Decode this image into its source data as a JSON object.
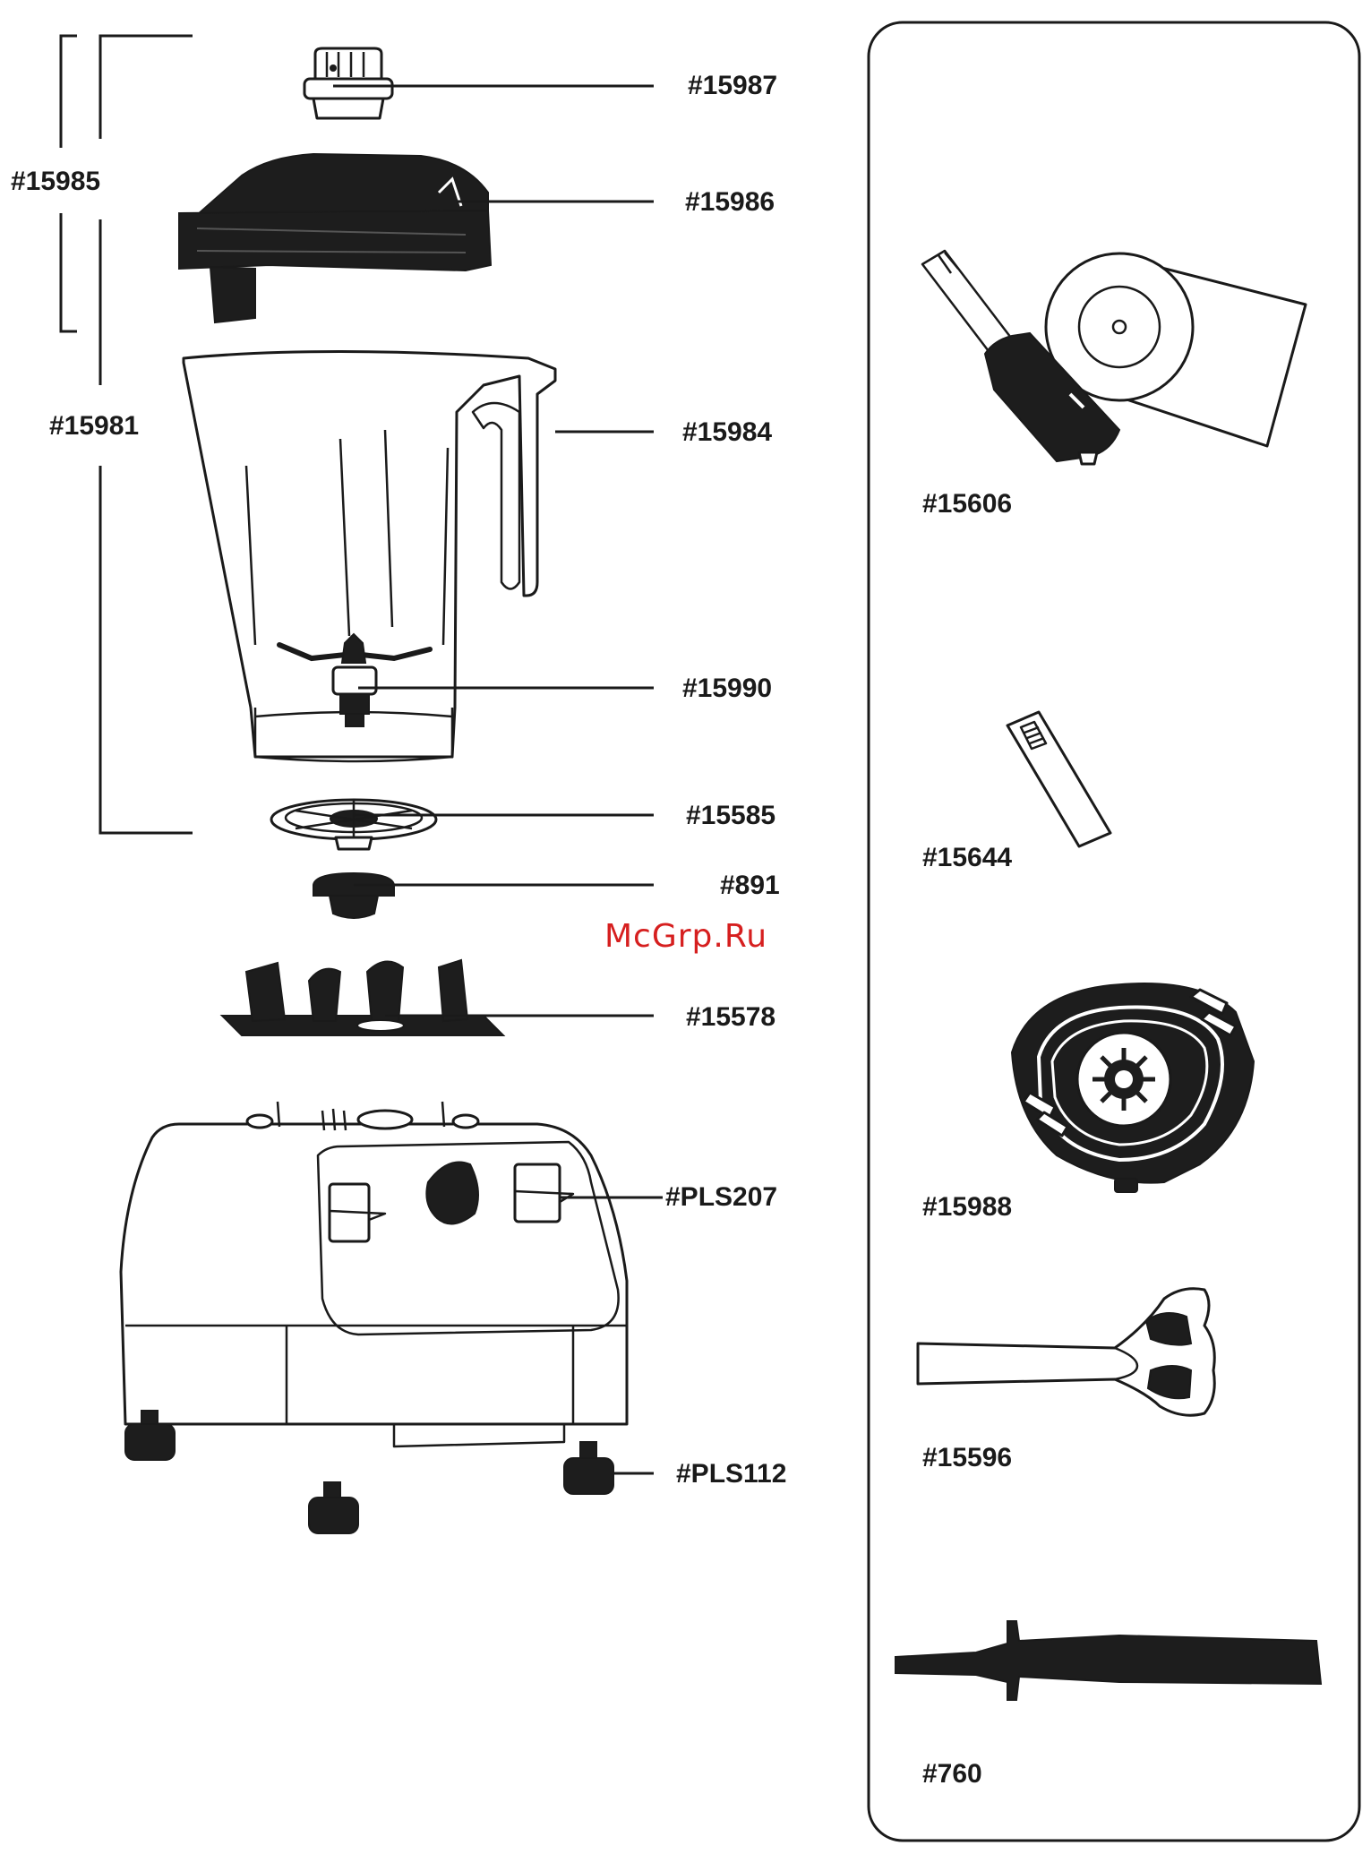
{
  "watermark": "McGrp.Ru",
  "labels": {
    "p15987": "#15987",
    "p15985": "#15985",
    "p15986": "#15986",
    "p15981": "#15981",
    "p15984": "#15984",
    "p15990": "#15990",
    "p15585": "#15585",
    "p891": "#891",
    "p15578": "#15578",
    "pPLS207": "#PLS207",
    "pPLS112": "#PLS112",
    "p15606": "#15606",
    "p15644": "#15644",
    "p15988": "#15988",
    "p15596": "#15596",
    "p760": "#760"
  },
  "colors": {
    "line": "#1a1a1a",
    "part_dark": "#1d1d1d",
    "watermark": "#d61f1f",
    "background": "#ffffff"
  }
}
